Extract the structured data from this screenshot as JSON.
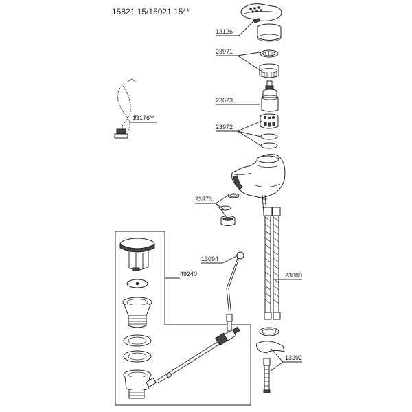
{
  "title": "15821 15/15021 15**",
  "labels": {
    "p13126": "13126",
    "p23971": "23971",
    "p23623": "23623",
    "p23972": "23972",
    "p13176": "13176**",
    "p23973": "23973",
    "p13094": "13094",
    "p49240": "49240",
    "p23880": "23880",
    "p13292": "13292"
  }
}
